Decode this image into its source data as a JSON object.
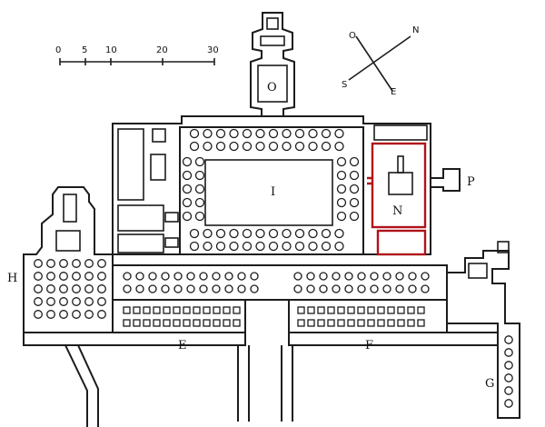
{
  "scale_bar": {
    "ticks": [
      "0",
      "5",
      "10",
      "20",
      "30"
    ]
  },
  "compass": {
    "n": "N",
    "s": "S",
    "e": "E",
    "o": "O"
  },
  "zones": {
    "o": "O",
    "i": "I",
    "n": "N",
    "p": "P",
    "h": "H",
    "e": "E",
    "f": "F",
    "g": "G"
  },
  "colors": {
    "line": "#1c1c1c",
    "highlight": "#b0121a",
    "paper": "#ffffff"
  }
}
